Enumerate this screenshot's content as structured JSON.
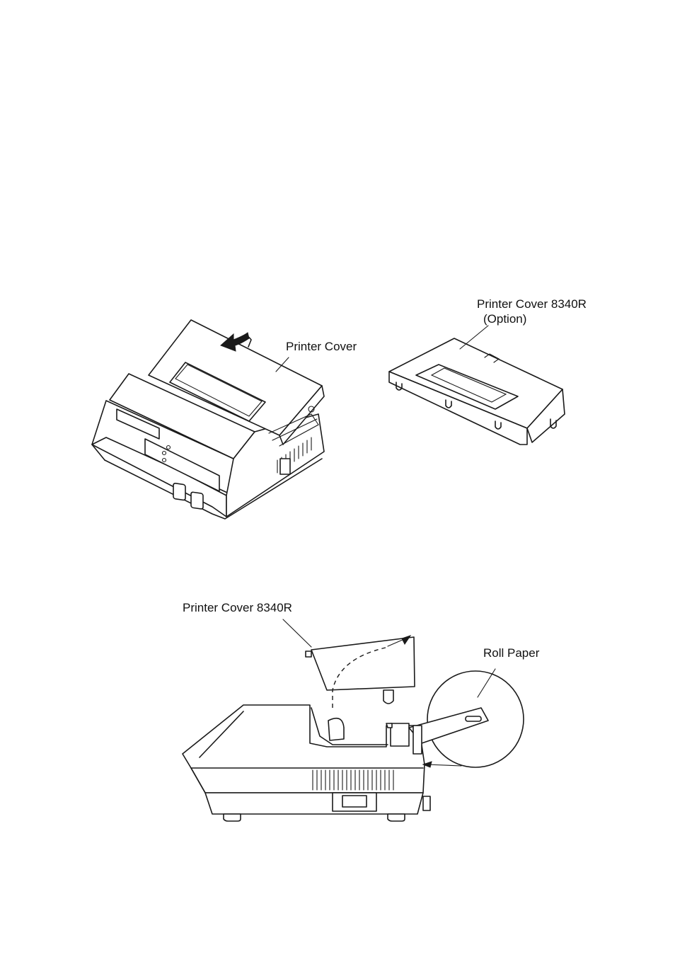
{
  "labels": {
    "printer_cover": "Printer Cover",
    "printer_cover_option_line1": "Printer Cover 8340R",
    "printer_cover_option_line2": "(Option)",
    "printer_cover_side": "Printer Cover 8340R",
    "roll_paper": "Roll Paper"
  }
}
